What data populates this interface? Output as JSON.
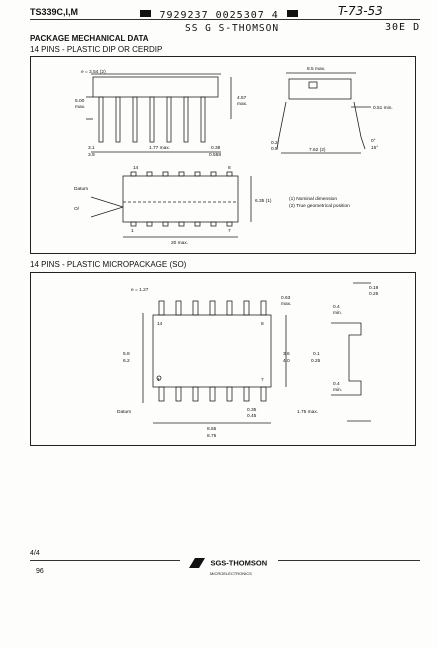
{
  "header": {
    "part": "TS339C,I,M",
    "barcode": "7929237 0025307 4",
    "handwritten": "T-73-53",
    "company_code": "SS G S-THOMSON",
    "corner_code": "30E D"
  },
  "section_title": "PACKAGE MECHANICAL DATA",
  "dip": {
    "title": "14 PINS - PLASTIC DIP OR CERDIP",
    "dims": {
      "pitch": "e = 2.54 (2)",
      "h500": "5.00",
      "max": "max.",
      "h457": "4.57",
      "max2": "max.",
      "w85": "8.5 max.",
      "d051": "0.51 min.",
      "d31": "3.1",
      "d39": "3.9",
      "d177": "1.77 max.",
      "d038": "0.38",
      "d0558": "0.558",
      "d02": "0.2",
      "d05": "0.5",
      "d762": "7.62 (2)",
      "d0": "0°",
      "d15": "15°",
      "pin14": "14",
      "pin8": "8",
      "pin1": "1",
      "pin7": "7",
      "datum": "Datum",
      "oe": "O/",
      "w635": "6.35 (1)",
      "len20": "20 max.",
      "note1": "(1) Nominal dimension",
      "note2": "(2) True geometrical position"
    }
  },
  "so": {
    "title": "14 PINS - PLASTIC MICROPACKAGE (SO)",
    "dims": {
      "pitch": "e = 1.27",
      "d063": "0.63",
      "max": "max.",
      "d019": "0.19",
      "d025": "0.25",
      "d04": "0.4",
      "min": "min.",
      "pin14": "14",
      "pin8": "8",
      "pin1": "1",
      "pin7": "7",
      "d58": "5.8",
      "d62": "6.2",
      "d36": "3.6",
      "d40": "4.0",
      "d01": "0.1",
      "d025b": "0.25",
      "d04b": "0.4",
      "min2": "min.",
      "datum": "Datum",
      "d035": "0.35",
      "d045": "0.45",
      "d175": "1.75 max.",
      "d855": "8.55",
      "d875": "8.75"
    }
  },
  "footer": {
    "page": "4/4",
    "brand": "SGS-THOMSON",
    "brand_sub": "MICROELECTRONICS",
    "number": "96"
  }
}
